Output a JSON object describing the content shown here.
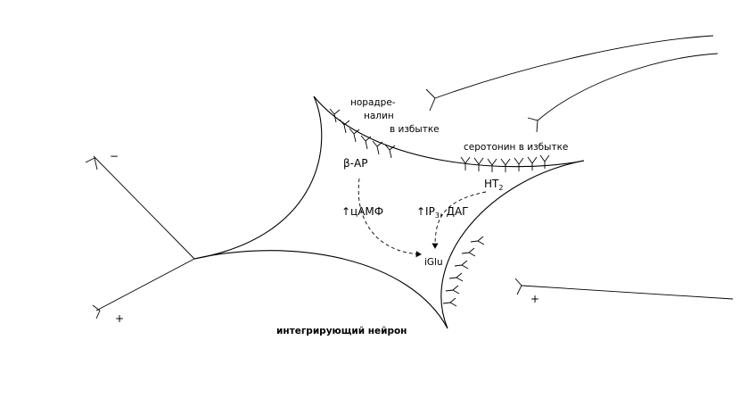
{
  "labels": {
    "noradrenaline_line1": "норадре-",
    "noradrenaline_line2": "налин",
    "noradrenaline_line3": "в избытке",
    "serotonin": "серотонин в избытке",
    "beta_ar": "β-АР",
    "ht2": "HT",
    "ht2_sub": "2",
    "camp": "↑цАМФ",
    "ip3_prefix": "↑IP",
    "ip3_sub": "3",
    "ip3_suffix": ", ДАГ",
    "iglu": "iGlu",
    "integrating_neuron": "интегрирующий нейрон",
    "minus_sign": "−",
    "plus_sign_left": "+",
    "plus_sign_right": "+"
  }
}
